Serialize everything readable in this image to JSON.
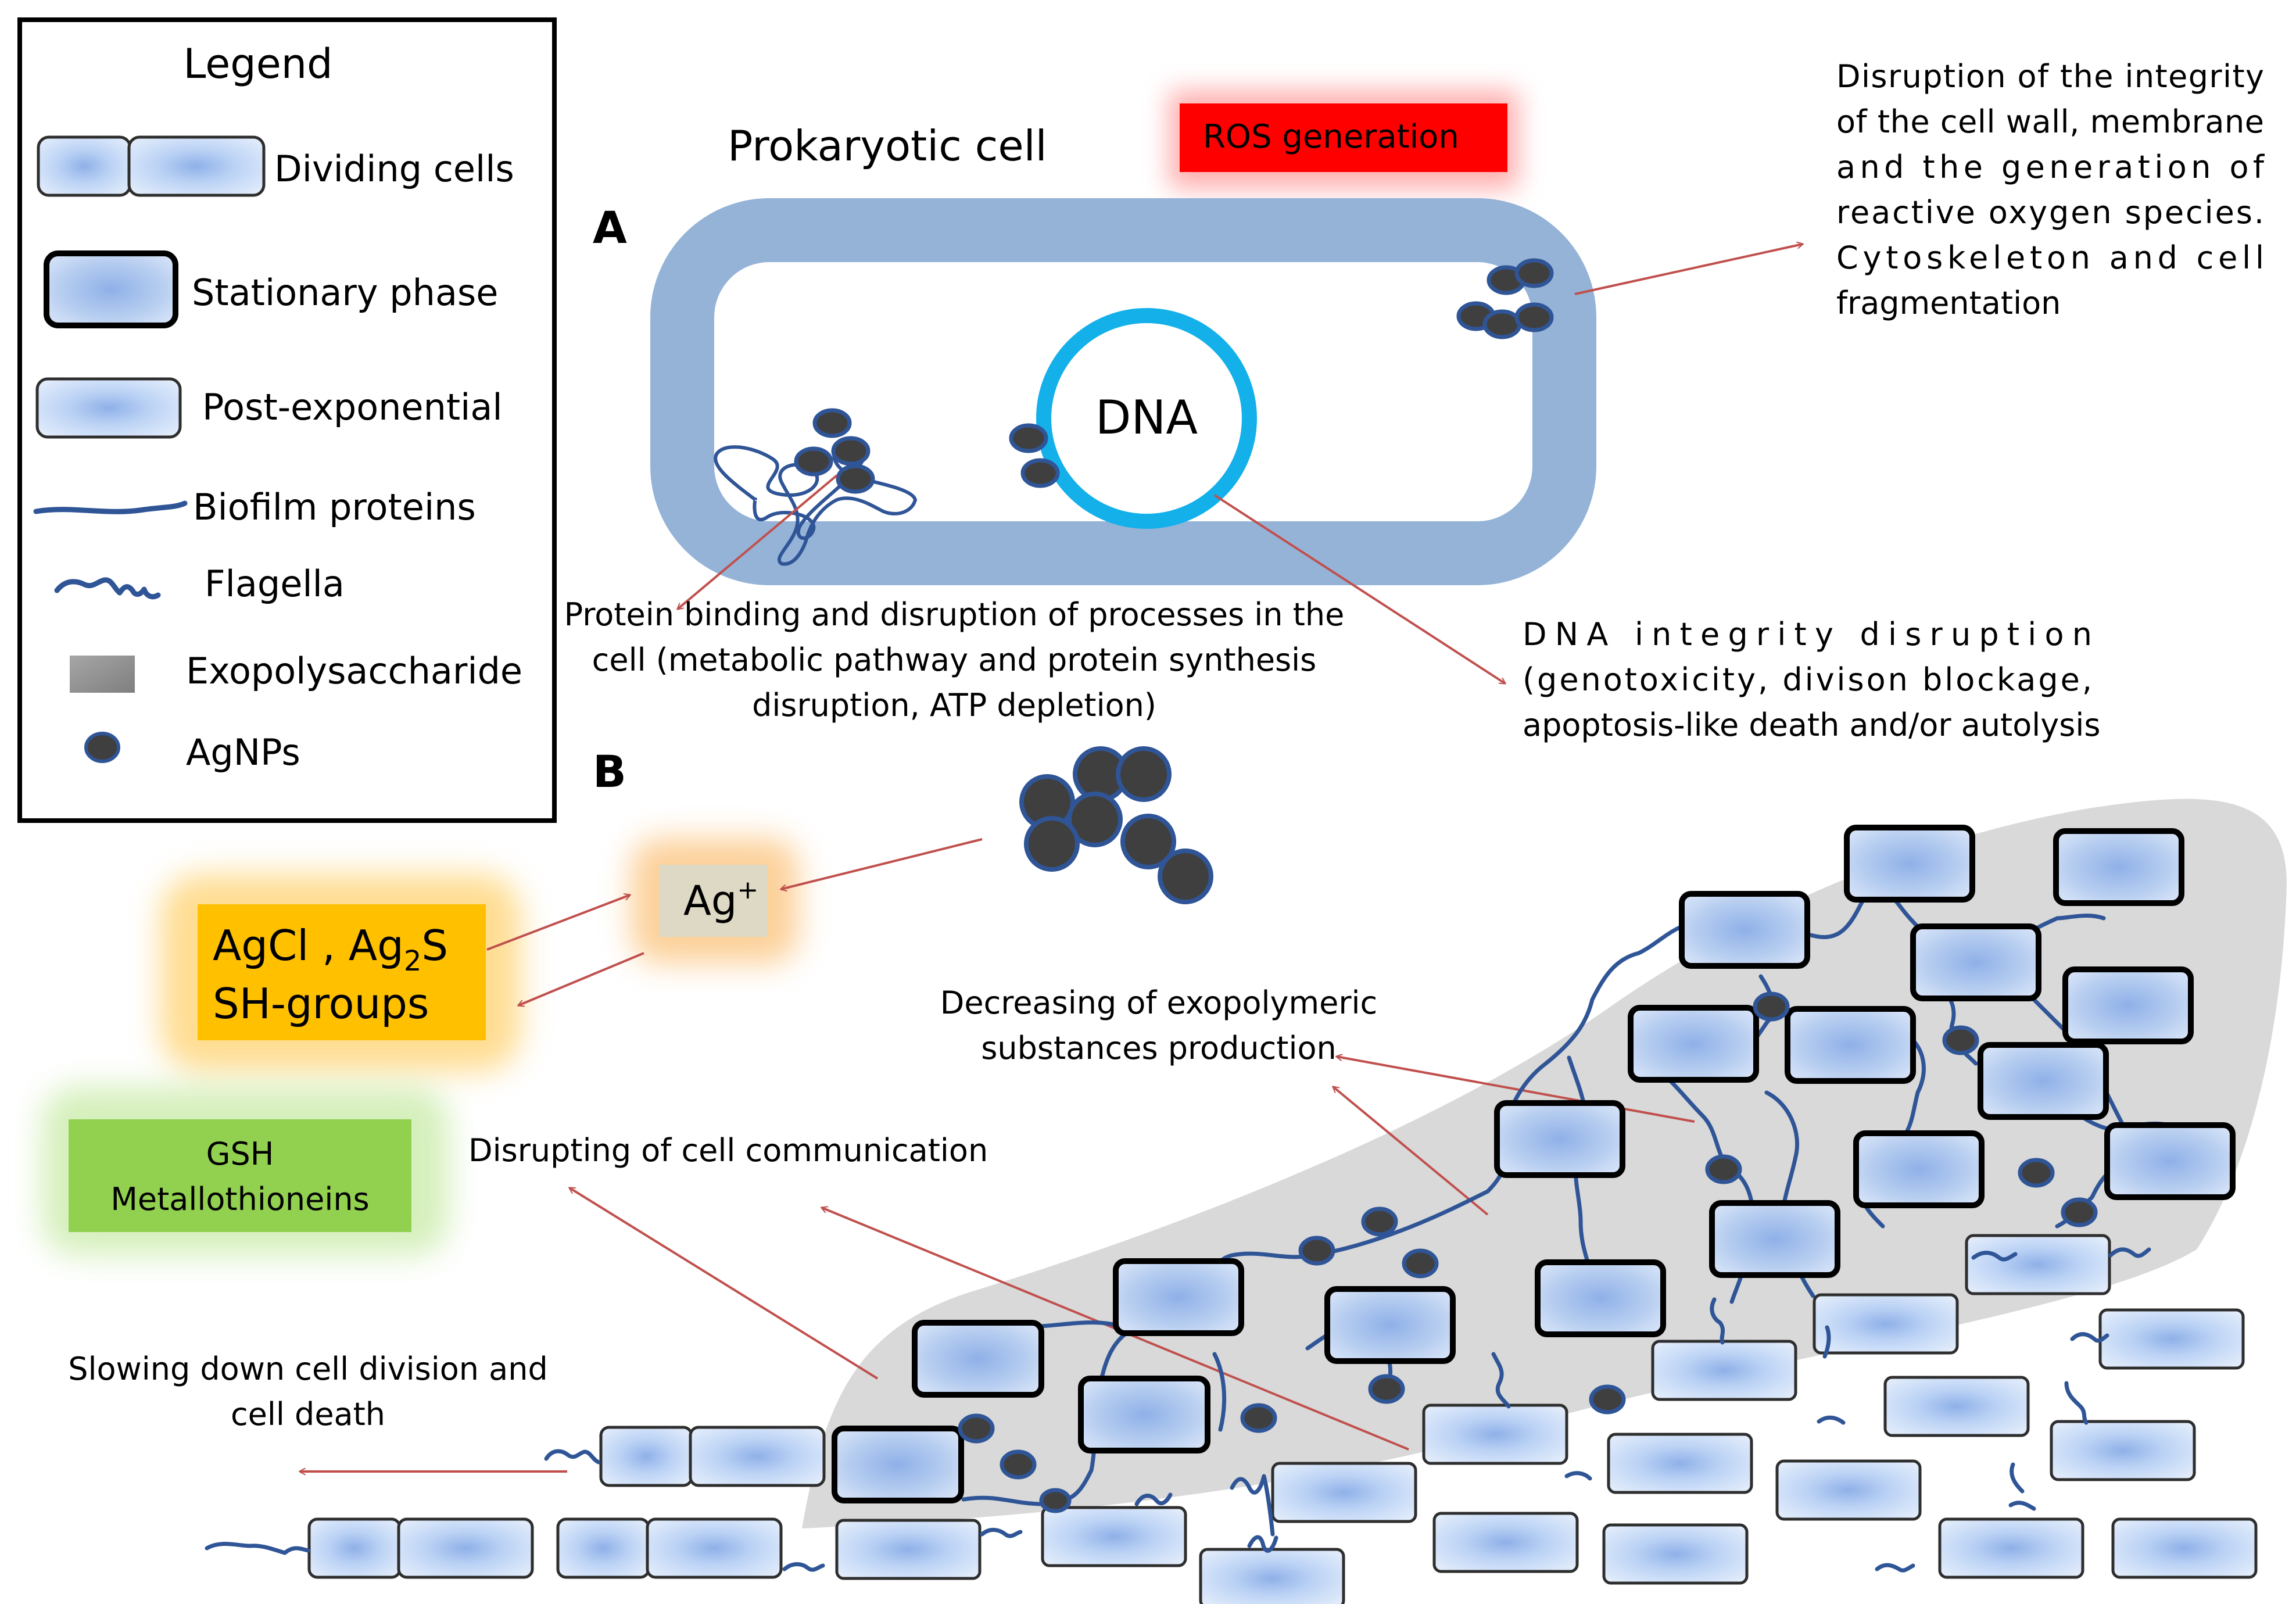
{
  "legend": {
    "title": "Legend",
    "items": [
      {
        "label": "Dividing cells",
        "icon": "dividing-cells-icon"
      },
      {
        "label": "Stationary phase",
        "icon": "stationary-cell-icon"
      },
      {
        "label": "Post-exponential",
        "icon": "post-exponential-cell-icon"
      },
      {
        "label": "Biofilm proteins",
        "icon": "biofilm-protein-icon"
      },
      {
        "label": "Flagella",
        "icon": "flagella-icon"
      },
      {
        "label": "Exopolysaccharide",
        "icon": "exopolysaccharide-swatch-icon"
      },
      {
        "label": "AgNPs",
        "icon": "agnp-icon"
      }
    ]
  },
  "panel_a": {
    "label": "A",
    "title": "Prokaryotic cell",
    "ros_label": "ROS generation",
    "dna_label": "DNA",
    "integrity_text": [
      "Disruption of the integrity",
      "of the cell wall, membrane",
      "and the generation of",
      "reactive oxygen species.",
      "Cytoskeleton and cell",
      "fragmentation"
    ],
    "protein_text": [
      "Protein binding and disruption of processes in the",
      "cell (metabolic pathway and protein synthesis",
      "disruption, ATP depletion)"
    ],
    "dna_text": [
      "DNA integrity disruption",
      "(genotoxicity, divison blockage,",
      "apoptosis-like death and/or autolysis"
    ]
  },
  "panel_b": {
    "label": "B",
    "ag_ion": "Ag",
    "ag_ion_charge": "+",
    "agcl_line1": "AgCl , Ag",
    "agcl_sub": "2",
    "agcl_s": "S",
    "agcl_line2": "SH-groups",
    "gsh_line1": "GSH",
    "gsh_line2": "Metallothioneins",
    "exopolymeric_text": [
      "Decreasing of exopolymeric",
      "substances production"
    ],
    "communication_text": "Disrupting of cell communication",
    "division_text": [
      "Slowing down cell division and",
      "cell death"
    ]
  },
  "colors": {
    "cell_wall": "#94b3d7",
    "dna_ring": "#13b0ea",
    "ros_box": "#ff0000",
    "agcl_box": "#ffc000",
    "gsh_box": "#92d050",
    "arrow": "#c0504d",
    "biofilm": "#d9d9d9",
    "agnp": "#3f3f3f",
    "protein": "#2f5597"
  }
}
